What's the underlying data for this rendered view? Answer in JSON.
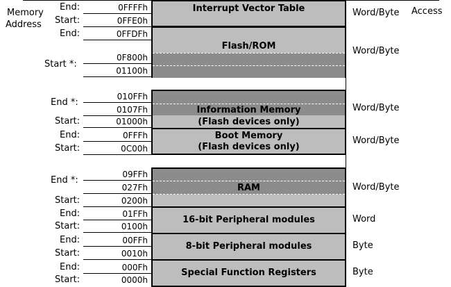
{
  "header": {
    "memory_address": [
      "Memory",
      "Address"
    ],
    "access": "Access"
  },
  "regions": {
    "ivt": {
      "name": "Interrupt Vector Table",
      "end_label": "End:",
      "end_addr": "0FFFFh",
      "start_label": "Start:",
      "start_addr": "0FFE0h",
      "access": "Word/Byte"
    },
    "flash": {
      "name": "Flash/ROM",
      "end_label": "End:",
      "end_addr": "0FFDFh",
      "start_label": "Start *:",
      "start_addr_1": "0F800h",
      "start_addr_2": "01100h",
      "access": "Word/Byte"
    },
    "info": {
      "name_1": "Information Memory",
      "name_2": "(Flash devices only)",
      "end_label": "End *:",
      "end_addr_1": "010FFh",
      "end_addr_2": "0107Fh",
      "start_label": "Start:",
      "start_addr": "01000h",
      "access": "Word/Byte"
    },
    "boot": {
      "name_1": "Boot Memory",
      "name_2": "(Flash devices only)",
      "end_label": "End:",
      "end_addr": "0FFFh",
      "start_label": "Start:",
      "start_addr": "0C00h",
      "access": "Word/Byte"
    },
    "ram": {
      "name": "RAM",
      "end_label": "End *:",
      "end_addr_1": "09FFh",
      "end_addr_2": "027Fh",
      "start_label": "Start:",
      "start_addr": "0200h",
      "access": "Word/Byte"
    },
    "p16": {
      "name": "16-bit Peripheral modules",
      "end_label": "End:",
      "end_addr": "01FFh",
      "start_label": "Start:",
      "start_addr": "0100h",
      "access": "Word"
    },
    "p8": {
      "name": "8-bit Peripheral modules",
      "end_label": "End:",
      "end_addr": "00FFh",
      "start_label": "Start:",
      "start_addr": "0010h",
      "access": "Byte"
    },
    "sfr": {
      "name": "Special Function Registers",
      "end_label": "End:",
      "end_addr": "000Fh",
      "start_label": "Start:",
      "start_addr": "0000h",
      "access": "Byte"
    }
  },
  "colors": {
    "block_fill": "#bdbdbd",
    "block_dark": "#8c8c8c",
    "border": "#000000"
  }
}
